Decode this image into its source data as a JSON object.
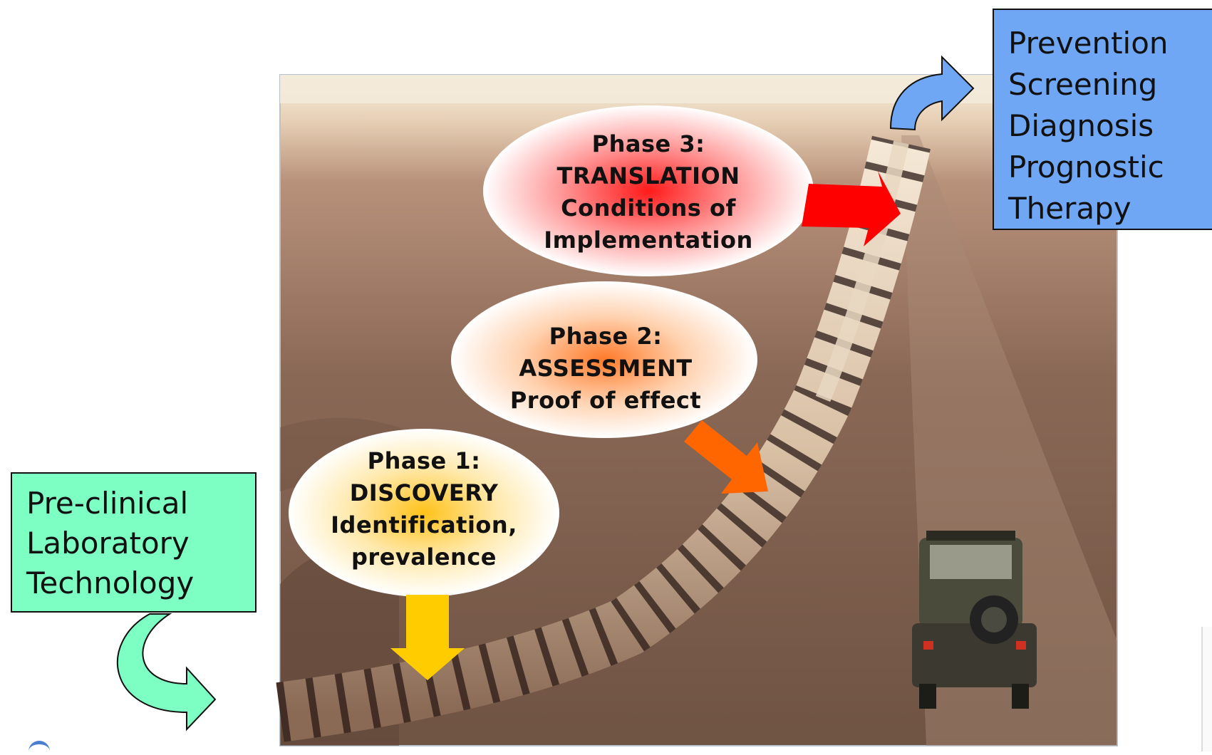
{
  "left_box": {
    "lines": [
      "Pre-clinical",
      "Laboratory",
      "Technology"
    ],
    "fill": "#7dffc3"
  },
  "right_box": {
    "lines": [
      "Prevention",
      "Screening",
      "Diagnosis",
      "Prognostic",
      "Therapy"
    ],
    "fill": "#6fa7f5"
  },
  "phases": [
    {
      "lines": [
        "Phase 1:",
        "DISCOVERY",
        "Identification,",
        "prevalence"
      ],
      "glow": "#ffc21a",
      "arrow_color": "#ffcc00"
    },
    {
      "lines": [
        "Phase 2:",
        "ASSESSMENT",
        "Proof of effect"
      ],
      "glow": "#ff7a2a",
      "arrow_color": "#ff6600"
    },
    {
      "lines": [
        "Phase 3:",
        "TRANSLATION",
        "Conditions of",
        "Implementation"
      ],
      "glow": "#ff1a1a",
      "arrow_color": "#ff0000"
    }
  ],
  "colors": {
    "curved_arrow_green": "#7dffc3",
    "curved_arrow_blue": "#6fa7f5",
    "sky": "#f4e9d4",
    "desert": "#8a6a53",
    "pipeline": "#e9d8c2",
    "pipeline_band": "#2a1a16",
    "vehicle": "#4b4b3c"
  },
  "photo": {
    "subject": "pipeline across desert with vehicle"
  }
}
